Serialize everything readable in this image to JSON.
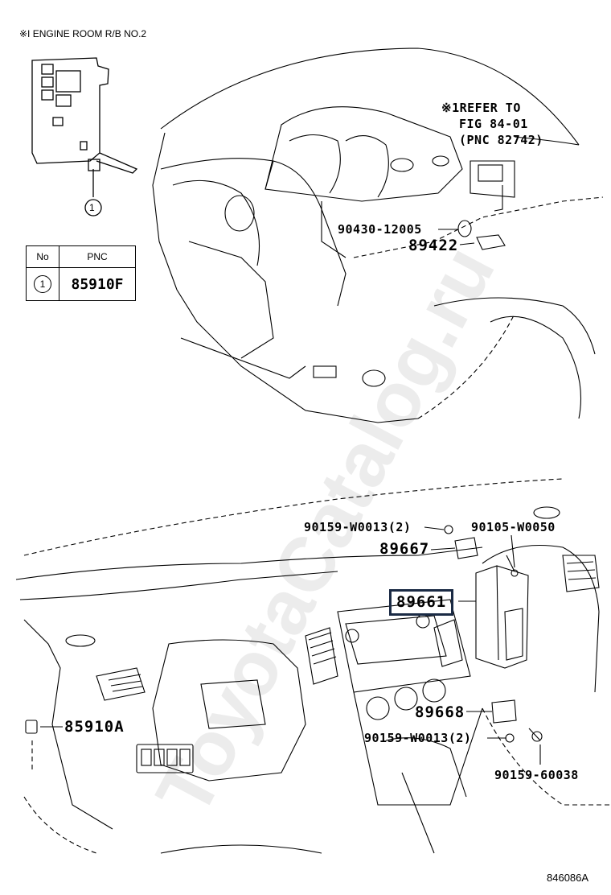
{
  "title_note": "※I ENGINE ROOM R/B NO.2",
  "refer_note": [
    "※1REFER TO",
    "FIG 84-01",
    "(PNC 82742)"
  ],
  "callout_1": "1",
  "table": {
    "header_no": "No",
    "header_pnc": "PNC",
    "row_no": "1",
    "row_pnc": "85910F"
  },
  "parts": {
    "p90430": "90430-12005",
    "p89422": "89422",
    "p90159_top": "90159-W0013(2)",
    "p90105": "90105-W0050",
    "p89667": "89667",
    "p89661": "89661",
    "p85910A": "85910A",
    "p89668": "89668",
    "p90159_bottom": "90159-W0013(2)",
    "p90159_60038": "90159-60038"
  },
  "figure_id": "846086A",
  "watermark": "ToyotaCatalog.ru",
  "colors": {
    "line": "#000000",
    "highlight_border": "#1a2a44",
    "watermark": "#e6e6e6"
  }
}
